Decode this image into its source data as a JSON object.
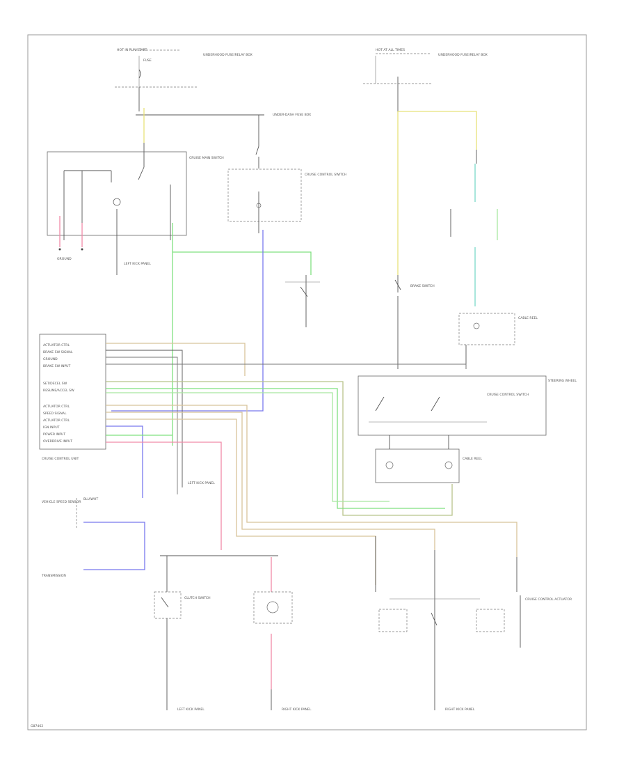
{
  "diagram": {
    "colors": {
      "yellow": "#e8e27a",
      "green": "#7fe07f",
      "blue": "#7878ee",
      "pink": "#f08aa8",
      "tan": "#d8c49a",
      "teal": "#78d8c8",
      "lightgreen": "#a8e8a0",
      "frame": "#999999",
      "line": "#555555"
    },
    "labels": {
      "top_left_source": "HOT IN RUN/START",
      "top_left_fuse": "FUSE",
      "top_left_fuse_desc": "UNDERHOOD FUSE/RELAY BOX",
      "top_right_source": "HOT AT ALL TIMES",
      "top_right_fuse_desc": "UNDERHOOD FUSE/RELAY BOX",
      "pcm_title": "CRUISE CONTROL UNIT",
      "pcm_pins": [
        "ACTUATOR CTRL",
        "BRAKE SW SIGNAL",
        "GROUND",
        "BRAKE SW INPUT",
        "SET/DECEL SW",
        "RESUME/ACCEL SW",
        "ACTUATOR CTRL",
        "SPEED SIGNAL",
        "ACTUATOR CTRL",
        "IGN INPUT",
        "POWER INPUT",
        "OVERDRIVE INPUT"
      ],
      "cruise_main_switch": "CRUISE MAIN SWITCH",
      "cruise_control_switch": "CRUISE CONTROL SWITCH",
      "brake_switch": "BRAKE SWITCH",
      "clutch_switch": "CLUTCH SWITCH",
      "cable_reel": "CABLE REEL",
      "steering_wheel": "STEERING WHEEL",
      "cruise_actuator": "CRUISE CONTROL ACTUATOR",
      "vss": "VEHICLE SPEED SENSOR",
      "ground_left": "LEFT KICK PANEL",
      "ground_right": "RIGHT KICK PANEL",
      "footer_code": "G87462"
    }
  }
}
